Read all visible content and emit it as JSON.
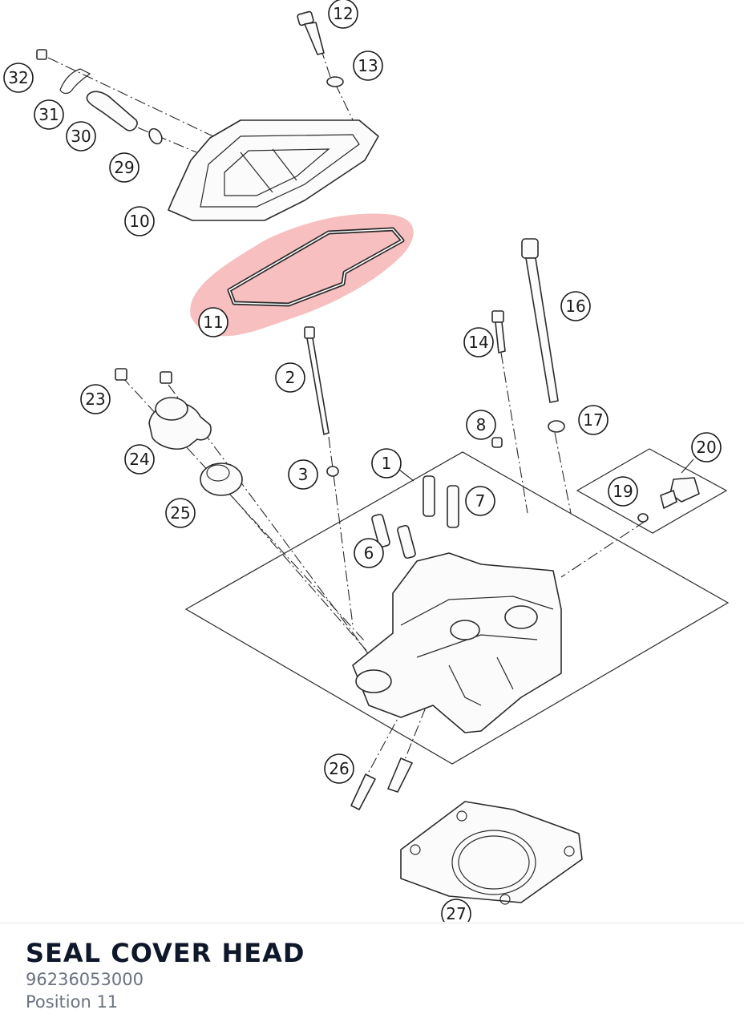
{
  "part": {
    "title": "SEAL COVER HEAD",
    "number": "96236053000",
    "position_label": "Position 11"
  },
  "diagram": {
    "highlight_color": "#f08a8a",
    "selected_callout": "11",
    "callouts": [
      "1",
      "2",
      "3",
      "6",
      "7",
      "8",
      "10",
      "11",
      "12",
      "13",
      "14",
      "16",
      "17",
      "19",
      "20",
      "23",
      "24",
      "25",
      "26",
      "27",
      "29",
      "30",
      "31",
      "32"
    ]
  }
}
